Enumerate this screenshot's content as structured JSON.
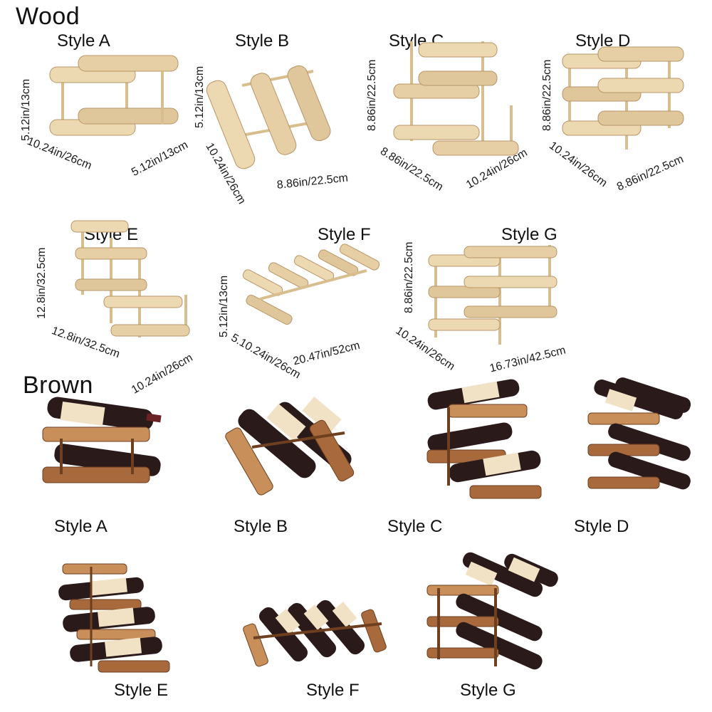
{
  "sections": {
    "wood": "Wood",
    "brown": "Brown"
  },
  "colors": {
    "pine_light": "#ecd9b2",
    "pine_mid": "#e0c79b",
    "pine_dark": "#c9a978",
    "brown_light": "#c98f5a",
    "brown_mid": "#a86a3c",
    "brown_dark": "#6e3f1e",
    "bottle": "#2a1a1a",
    "bottle_label": "#f1e2c6",
    "capsule": "#6b2225"
  },
  "wood": {
    "style_a": {
      "label": "Style A",
      "height": "5.12in/13cm",
      "length": "10.24in/26cm",
      "depth": "5.12in/13cm"
    },
    "style_b": {
      "label": "Style B",
      "height": "5.12in/13cm",
      "length": "10.24in/26cm",
      "depth": "8.86in/22.5cm"
    },
    "style_c": {
      "label": "Style C",
      "height": "8.86in/22.5cm",
      "length": "8.86in/22.5cm",
      "depth": "10.24in/26cm"
    },
    "style_d": {
      "label": "Style D",
      "height": "8.86in/22.5cm",
      "length": "10.24in/26cm",
      "depth": "8.86in/22.5cm"
    },
    "style_e": {
      "label": "Style E",
      "height": "12.8in/32.5cm",
      "length": "12.8in/32.5cm",
      "depth": "10.24in/26cm"
    },
    "style_f": {
      "label": "Style F",
      "height": "5.12in/13cm",
      "length": "5.10.24in/26cm",
      "depth": "20.47in/52cm"
    },
    "style_g": {
      "label": "Style G",
      "height": "8.86in/22.5cm",
      "length": "10.24in/26cm",
      "depth": "16.73in/42.5cm"
    }
  },
  "brown": {
    "style_a": {
      "label": "Style A"
    },
    "style_b": {
      "label": "Style B"
    },
    "style_c": {
      "label": "Style C"
    },
    "style_d": {
      "label": "Style D"
    },
    "style_e": {
      "label": "Style E"
    },
    "style_f": {
      "label": "Style F"
    },
    "style_g": {
      "label": "Style G"
    }
  }
}
